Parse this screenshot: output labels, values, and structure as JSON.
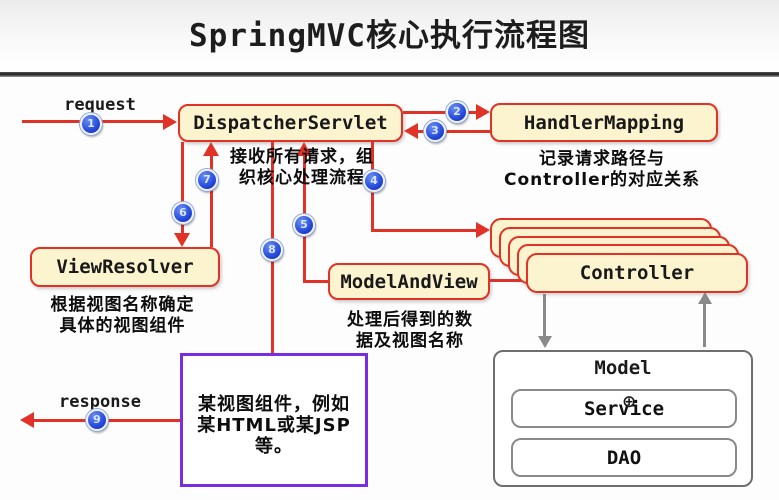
{
  "title": "SpringMVC核心执行流程图",
  "labels": {
    "request": "request",
    "response": "response"
  },
  "nodes": {
    "dispatcher_servlet": "DispatcherServlet",
    "handler_mapping": "HandlerMapping",
    "view_resolver": "ViewResolver",
    "model_and_view": "ModelAndView",
    "controller": "Controller",
    "model": "Model",
    "service": "Service",
    "dao": "DAO"
  },
  "captions": {
    "dispatcher_servlet": [
      "接收所有请求，组",
      "织核心处理流程"
    ],
    "handler_mapping": [
      "记录请求路径与",
      "Controller的对应关系"
    ],
    "view_resolver": [
      "根据视图名称确定",
      "具体的视图组件"
    ],
    "model_and_view": [
      "处理后得到的数",
      "据及视图名称"
    ],
    "view_component": [
      "某视图组件，例如",
      "某HTML或某JSP等。"
    ]
  },
  "steps": [
    "1",
    "2",
    "3",
    "4",
    "5",
    "6",
    "7",
    "8",
    "9"
  ],
  "icons": {
    "cursor": "⊕"
  },
  "colors": {
    "flow_red": "#e03226",
    "node_fill": "#fcf4cf",
    "badge_blue": "#1d3fd0",
    "view_component_purple": "#7a2ce2",
    "model_border_gray": "#6f6f6f",
    "arrow_gray": "#8a8a8a"
  }
}
